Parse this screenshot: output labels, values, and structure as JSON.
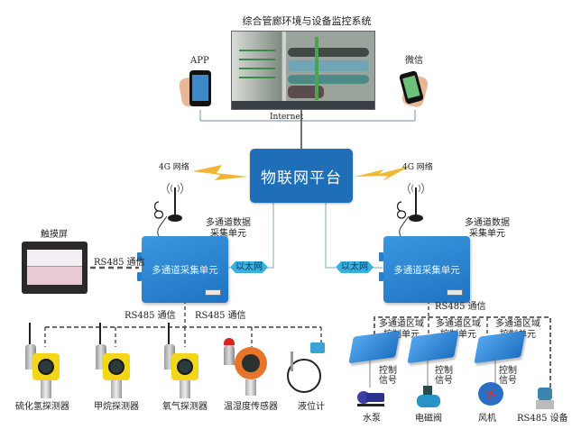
{
  "title": "综合管廊环境与设备监控系统",
  "top": {
    "app_label": "APP",
    "wechat_label": "微信",
    "internet_label": "Internet"
  },
  "platform": {
    "label": "物联网平台"
  },
  "network": {
    "left_4g": "4G 网络",
    "right_4g": "4G 网络",
    "ethernet_left": "以太网",
    "ethernet_right": "以太网"
  },
  "left_unit": {
    "caption_line1": "多通道数据",
    "caption_line2": "采集单元",
    "box_label": "多通道采集单元"
  },
  "right_unit": {
    "caption_line1": "多通道数据",
    "caption_line2": "采集单元",
    "box_label": "多通道采集单元"
  },
  "touchscreen": {
    "label": "触摸屏",
    "link_label": "RS485 通信"
  },
  "bus_labels": {
    "left_a": "RS485 通信",
    "left_b": "RS485 通信",
    "right": "RS485 通信"
  },
  "sensors": [
    {
      "label": "硫化氢探测器",
      "icon": "gas-detector-yellow"
    },
    {
      "label": "甲烷探测器",
      "icon": "gas-detector-yellow"
    },
    {
      "label": "氧气探测器",
      "icon": "gas-detector-yellow"
    },
    {
      "label": "温湿度传感器",
      "icon": "temp-humidity-sensor-orange"
    },
    {
      "label": "液位计",
      "icon": "level-gauge"
    }
  ],
  "control_units": [
    {
      "line1": "多通道区域",
      "line2": "控制单元",
      "signal1": "控制",
      "signal2": "信号",
      "device": "水泵"
    },
    {
      "line1": "多通道区域",
      "line2": "控制单元",
      "signal1": "控制",
      "signal2": "信号",
      "device": "电磁阀"
    },
    {
      "line1": "多通道区域",
      "line2": "控制单元",
      "signal1": "控制",
      "signal2": "信号",
      "device": "风机"
    }
  ],
  "rs485_device": {
    "label": "RS485 设备"
  },
  "colors": {
    "platform_blue": "#1e6eb8",
    "unit_blue": "#2a82cf",
    "ethernet_tag": "#3ab0e0",
    "lightning": "#f2b636",
    "wire": "#a9c7cf",
    "dashed_bus": "#555555",
    "detector_yellow": "#f2d61a",
    "sensor_orange": "#e8742a"
  }
}
